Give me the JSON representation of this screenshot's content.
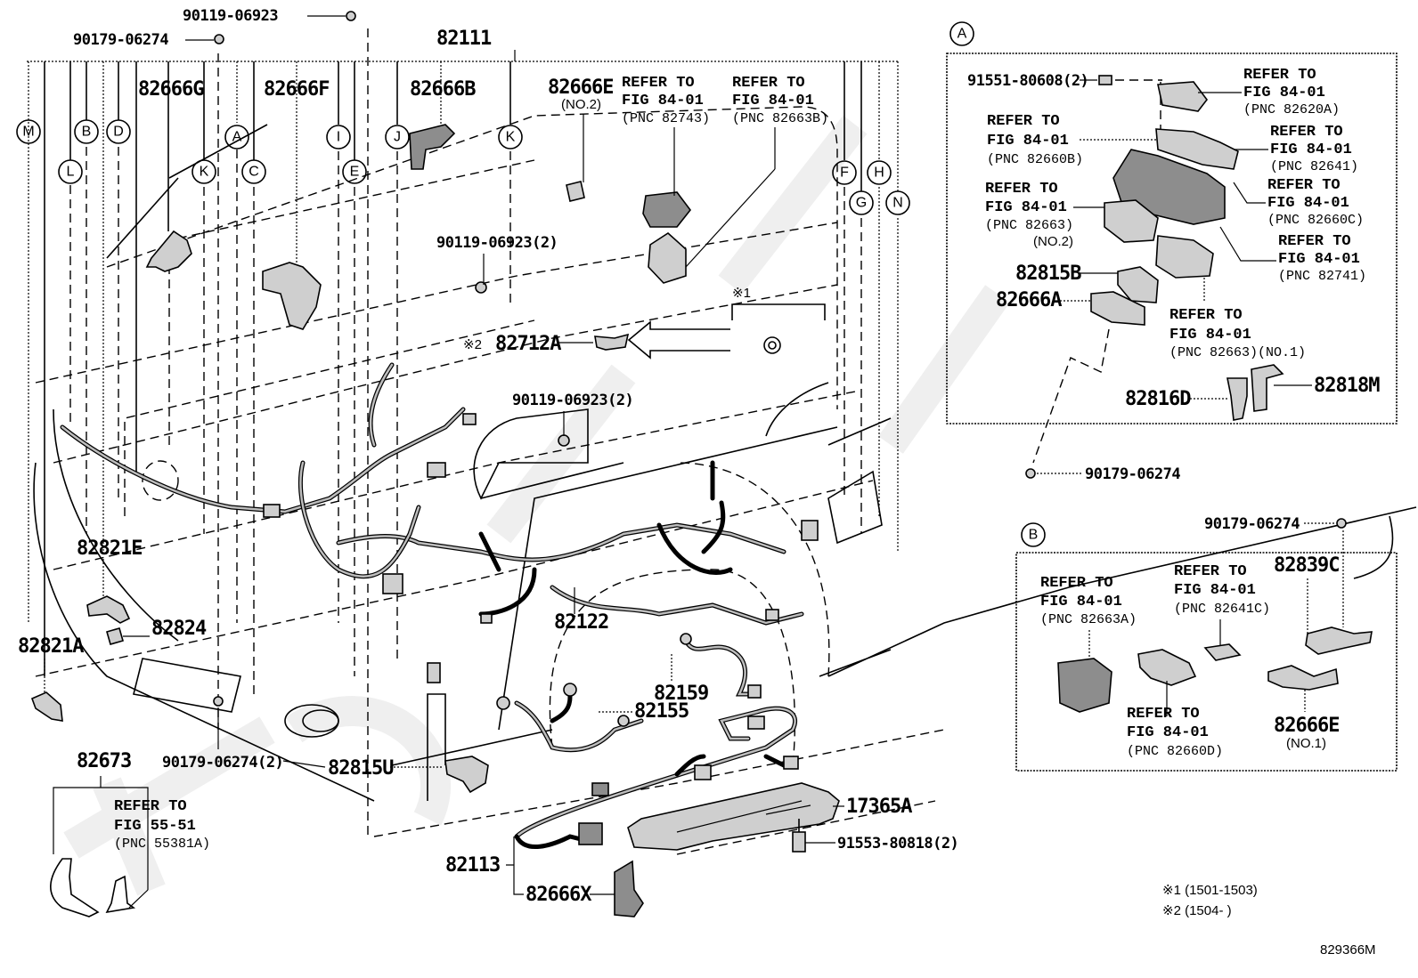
{
  "diagram": {
    "title": "Wiring & Clamp parts diagram",
    "figure_code": "829366M",
    "main_labels": {
      "p90119_06923_top": "90119-06923",
      "p90179_06274_top": "90179-06274",
      "p82111": "82111",
      "p82666G": "82666G",
      "p82666F": "82666F",
      "p82666B": "82666B",
      "p82666E_no2": "82666E",
      "p82666E_no2_sub": "(NO.2)",
      "p90119_06923_2a": "90119-06923(2)",
      "p90119_06923_2b": "90119-06923(2)",
      "p82712A": "82712A",
      "p82712A_mark": "※2",
      "mark1": "※1",
      "p82821E": "82821E",
      "p82824": "82824",
      "p82821A": "82821A",
      "p90179_06274_2": "90179-06274(2)",
      "p82815U": "82815U",
      "p82673": "82673",
      "p82122": "82122",
      "p82159": "82159",
      "p82155": "82155",
      "p17365A": "17365A",
      "p91553_80818": "91553-80818(2)",
      "p82113": "82113",
      "p82666X": "82666X"
    },
    "refer_blocks": [
      {
        "line1": "REFER TO",
        "line2": "FIG 84-01",
        "line3": "(PNC 82743)"
      },
      {
        "line1": "REFER TO",
        "line2": "FIG 84-01",
        "line3": "(PNC 82663B)"
      },
      {
        "line1": "REFER TO",
        "line2": "FIG 55-51",
        "line3": "(PNC 55381A)"
      }
    ],
    "callouts": [
      "M",
      "B",
      "D",
      "L",
      "K",
      "A",
      "C",
      "I",
      "E",
      "J",
      "K",
      "F",
      "G",
      "H",
      "N"
    ],
    "detail_a": {
      "marker": "A",
      "p91551": "91551-80608(2)",
      "refs": [
        {
          "line1": "REFER TO",
          "line2": "FIG 84-01",
          "line3": "(PNC 82620A)"
        },
        {
          "line1": "REFER TO",
          "line2": "FIG 84-01",
          "line3": "(PNC 82660B)"
        },
        {
          "line1": "REFER TO",
          "line2": "FIG 84-01",
          "line3": "(PNC 82641)"
        },
        {
          "line1": "REFER TO",
          "line2": "FIG 84-01",
          "line3": "(PNC 82663)",
          "line4": "(NO.2)"
        },
        {
          "line1": "REFER TO",
          "line2": "FIG 84-01",
          "line3": "(PNC 82660C)"
        },
        {
          "line1": "REFER TO",
          "line2": "FIG 84-01",
          "line3": "(PNC 82741)"
        },
        {
          "line1": "REFER TO",
          "line2": "FIG 84-01",
          "line3": "(PNC 82663)(NO.1)"
        }
      ],
      "p82815B": "82815B",
      "p82666A": "82666A",
      "p82816D": "82816D",
      "p82818M": "82818M",
      "p90179_06274": "90179-06274"
    },
    "detail_b": {
      "marker": "B",
      "p90179_06274": "90179-06274",
      "refs": [
        {
          "line1": "REFER TO",
          "line2": "FIG 84-01",
          "line3": "(PNC 82663A)"
        },
        {
          "line1": "REFER TO",
          "line2": "FIG 84-01",
          "line3": "(PNC 82641C)"
        },
        {
          "line1": "REFER TO",
          "line2": "FIG 84-01",
          "line3": "(PNC 82660D)"
        }
      ],
      "p82839C": "82839C",
      "p82666E": "82666E",
      "p82666E_sub": "(NO.1)"
    },
    "notes": {
      "note1": "※1 (1501-1503)",
      "note2": "※2 (1504-      )"
    }
  }
}
